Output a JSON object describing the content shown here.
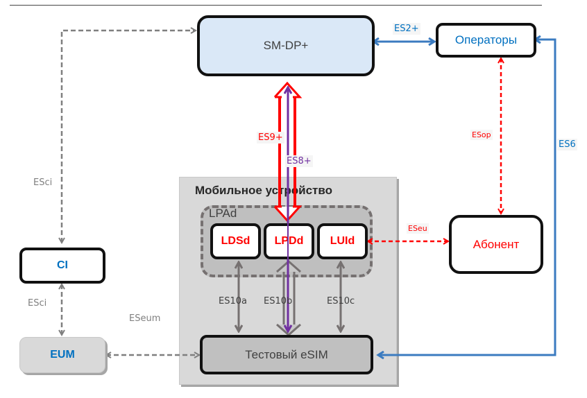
{
  "colors": {
    "black_border": "#111111",
    "smdp_fill": "#dae8f7",
    "device_fill": "#d9d9d9",
    "lpad_fill": "#bfbfbf",
    "esim_fill": "#c0c0c0",
    "eum_fill": "#d9d9d9",
    "red": "#ff0000",
    "purple": "#7030a0",
    "blue": "#3b7bc0",
    "blue_text": "#0070c0",
    "gray_line": "#7f7f7f",
    "gray_text": "#7f7f7f"
  },
  "nodes": {
    "smdp": "SM-DP+",
    "operators": "Операторы",
    "subscriber": "Абонент",
    "ci": "CI",
    "eum": "EUM",
    "device_title": "Мобильное устройство",
    "lpad": "LPAd",
    "ldsd": "LDSd",
    "lpdd": "LPDd",
    "luid": "LUId",
    "test_esim": "Тестовый eSIM"
  },
  "interfaces": {
    "es2": "ES2+",
    "es9": "ES9+",
    "es8": "ES8+",
    "esop": "ESop",
    "es6": "ES6",
    "esci_top": "ESci",
    "esci_bottom": "ESci",
    "eseu": "ESeu",
    "eseum": "ESeum",
    "es10a": "ES10a",
    "es10b": "ES10b",
    "es10c": "ES10c"
  }
}
